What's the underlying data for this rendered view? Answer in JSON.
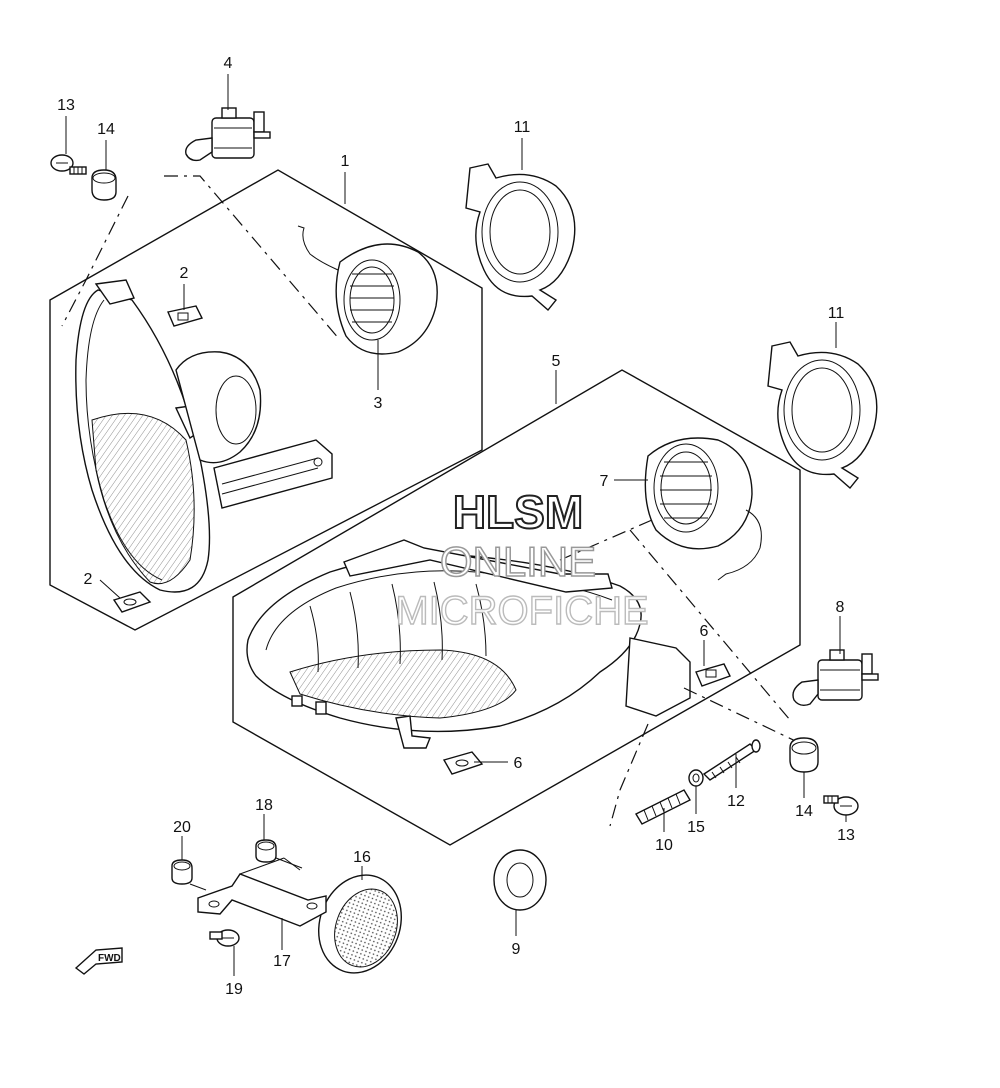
{
  "diagram": {
    "watermark": {
      "line1": "HLSM",
      "line2": "ONLINE",
      "line3": "MICROFICHE"
    },
    "fwd_marker": "FWD",
    "callouts": [
      {
        "id": "c4",
        "label": "4"
      },
      {
        "id": "c13a",
        "label": "13"
      },
      {
        "id": "c14a",
        "label": "14"
      },
      {
        "id": "c1",
        "label": "1"
      },
      {
        "id": "c11a",
        "label": "11"
      },
      {
        "id": "c2a",
        "label": "2"
      },
      {
        "id": "c3",
        "label": "3"
      },
      {
        "id": "c2b",
        "label": "2"
      },
      {
        "id": "c11b",
        "label": "11"
      },
      {
        "id": "c5",
        "label": "5"
      },
      {
        "id": "c7",
        "label": "7"
      },
      {
        "id": "c8",
        "label": "8"
      },
      {
        "id": "c6a",
        "label": "6"
      },
      {
        "id": "c6b",
        "label": "6"
      },
      {
        "id": "c12",
        "label": "12"
      },
      {
        "id": "c14b",
        "label": "14"
      },
      {
        "id": "c13b",
        "label": "13"
      },
      {
        "id": "c10",
        "label": "10"
      },
      {
        "id": "c15",
        "label": "15"
      },
      {
        "id": "c18",
        "label": "18"
      },
      {
        "id": "c20",
        "label": "20"
      },
      {
        "id": "c16",
        "label": "16"
      },
      {
        "id": "c9",
        "label": "9"
      },
      {
        "id": "c17",
        "label": "17"
      },
      {
        "id": "c19",
        "label": "19"
      }
    ]
  }
}
